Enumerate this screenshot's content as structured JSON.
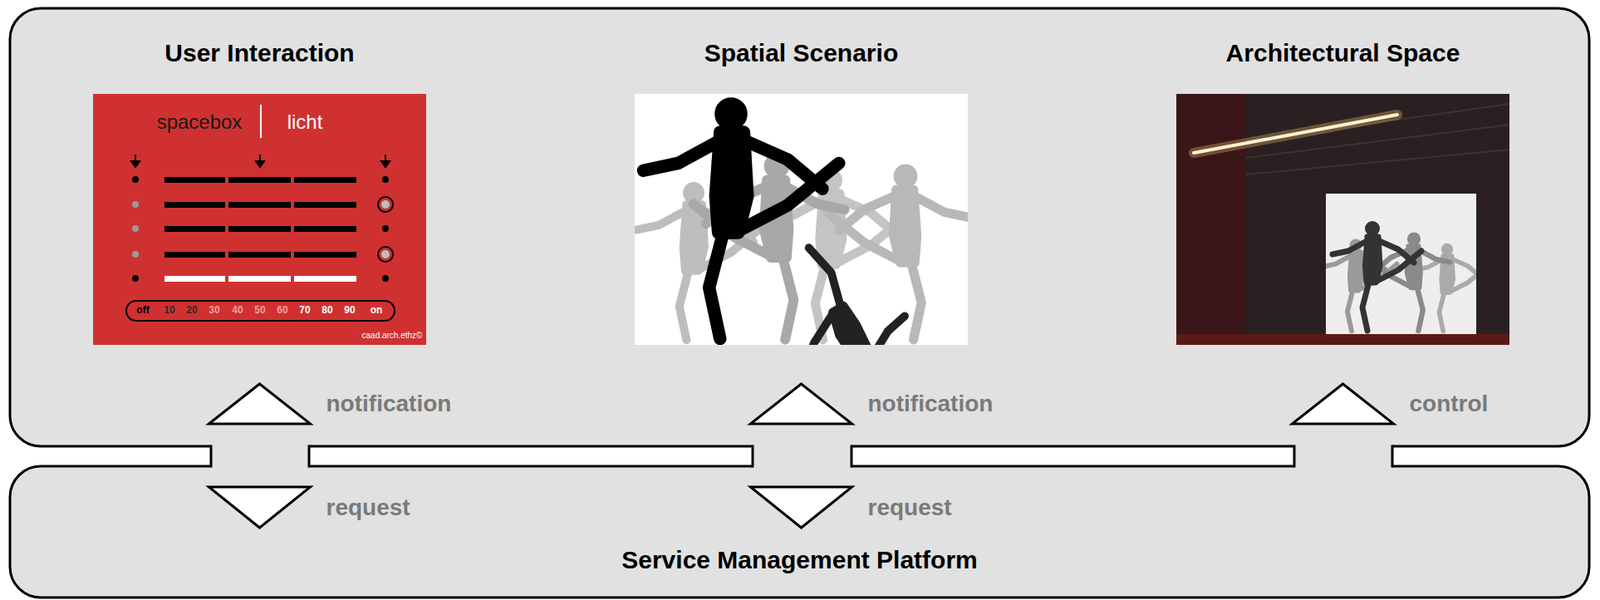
{
  "diagram": {
    "nodes": [
      {
        "text": [
          "User Interaction"
        ]
      },
      {
        "text": [
          "Spatial Scenario"
        ]
      },
      {
        "text": [
          "Architectural Space"
        ]
      },
      {
        "text": [
          "Service Management Platform"
        ]
      }
    ],
    "edges": [
      {
        "from": 3,
        "to": 0,
        "arrow": "to",
        "label": "notification"
      },
      {
        "from": 0,
        "to": 3,
        "arrow": "to",
        "label": "request"
      },
      {
        "from": 3,
        "to": 1,
        "arrow": "to",
        "label": "notification"
      },
      {
        "from": 1,
        "to": 3,
        "arrow": "to",
        "label": "request"
      },
      {
        "from": 3,
        "to": 2,
        "arrow": "to",
        "label": "control"
      }
    ],
    "labels": [
      "spacebox",
      "licht",
      "off",
      "10",
      "20",
      "30",
      "40",
      "50",
      "60",
      "70",
      "80",
      "90",
      "on",
      "caad.arch.ethz©"
    ]
  }
}
